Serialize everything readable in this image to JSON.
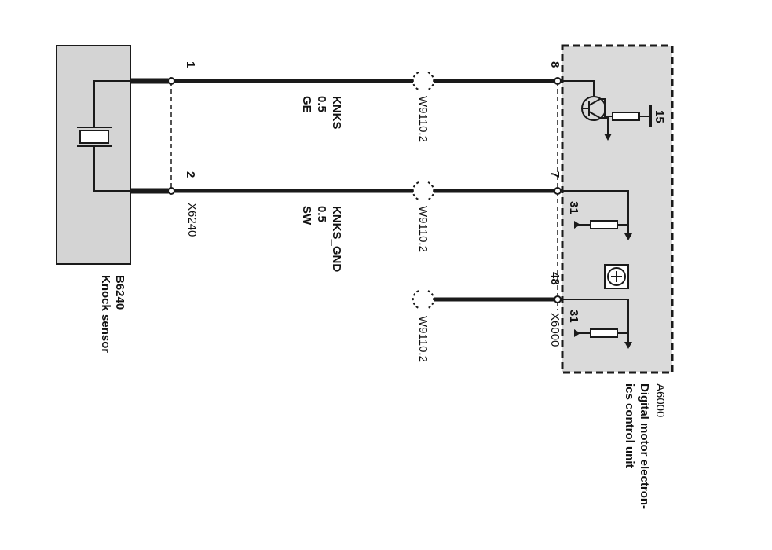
{
  "sensor": {
    "id": "B6240",
    "name": "Knock sensor",
    "connector": "X6240",
    "pins": [
      "1",
      "2"
    ]
  },
  "control_unit": {
    "id": "A6000",
    "name_line1": "Digital motor electron-",
    "name_line2": "ics control unit",
    "connector": "X6000",
    "pins": [
      "8",
      "7",
      "48"
    ],
    "internal_labels": {
      "supply": "15",
      "ground_a": "31",
      "ground_b": "31"
    }
  },
  "wires": [
    {
      "signal": "KNKS",
      "size": "0.5",
      "color": "GE",
      "splice": "W9110.2"
    },
    {
      "signal": "KNKS_GND",
      "size": "0.5",
      "color": "SW",
      "splice": "W9110.2"
    },
    {
      "splice": "W9110.2"
    }
  ],
  "colors": {
    "component_fill": "#d4d4d4",
    "line": "#1a1a1a"
  }
}
